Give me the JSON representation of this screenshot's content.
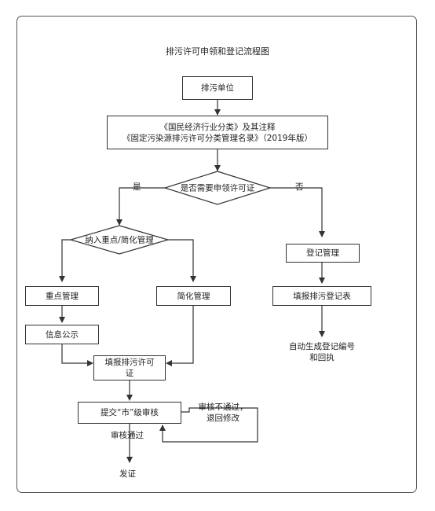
{
  "title": "排污许可申领和登记流程图",
  "nodes": {
    "start": "排污单位",
    "standards_line1": "《国民经济行业分类》及其注释",
    "standards_line2": "《固定污染源排污许可分类管理名录》（2019年版）",
    "decision_need": "是否需要申领许可证",
    "decision_key": "纳入重点/简化管理",
    "registration_mgmt": "登记管理",
    "fill_registration_form": "填报排污登记表",
    "auto_generate_line1": "自动生成登记编号",
    "auto_generate_line2": "和回执",
    "key_mgmt": "重点管理",
    "simplified_mgmt": "简化管理",
    "info_disclosure": "信息公示",
    "fill_permit_line1": "填报排污许可",
    "fill_permit_line2": "证",
    "submit_review": "提交“市”级审核",
    "review_fail_line1": "审核不通过，",
    "review_fail_line2": "退回修改",
    "review_pass": "审核通过",
    "issue_permit": "发证"
  },
  "branch_labels": {
    "yes": "是",
    "no": "否"
  }
}
